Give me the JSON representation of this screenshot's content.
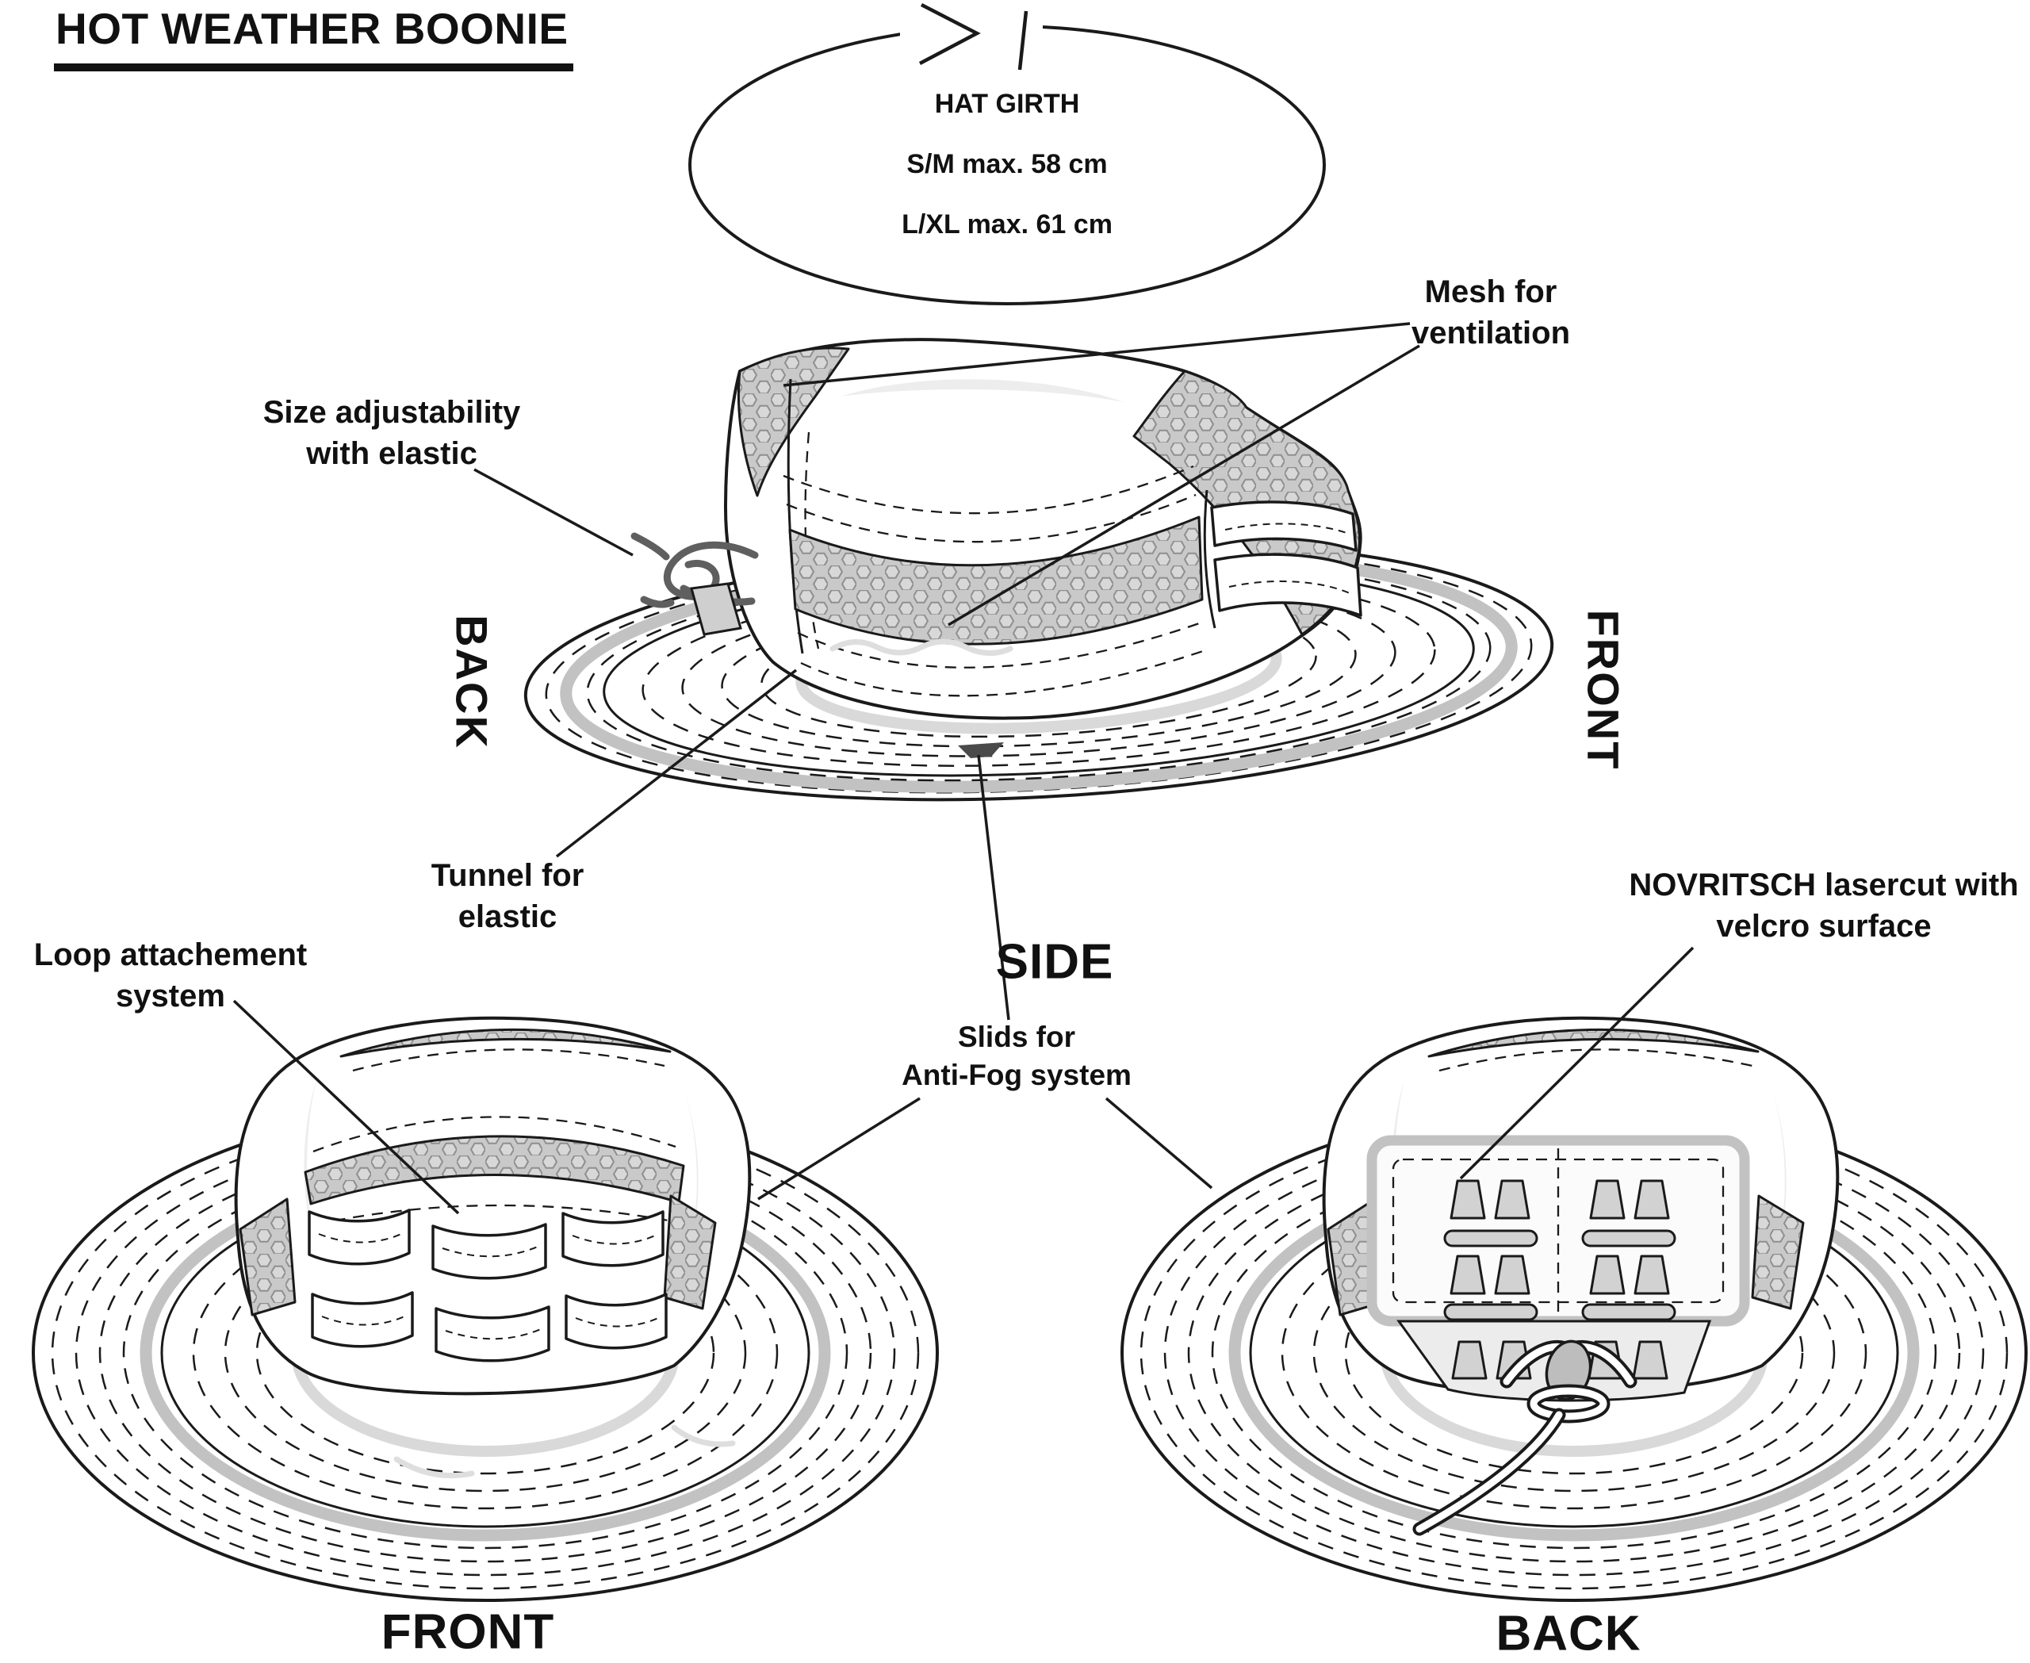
{
  "title": "HOT WEATHER BOONIE",
  "girth_diagram": {
    "heading": "HAT GIRTH",
    "size_sm": "S/M max. 58 cm",
    "size_lxl": "L/XL max. 61 cm"
  },
  "annotations": {
    "mesh": {
      "line1": "Mesh for",
      "line2": "ventilation"
    },
    "size_adjust": {
      "line1": "Size adjustability",
      "line2": "with elastic"
    },
    "tunnel": {
      "line1": "Tunnel for",
      "line2": "elastic"
    },
    "loop": {
      "line1": "Loop attachement",
      "line2": "system"
    },
    "slids": {
      "line1": "Slids for",
      "line2": "Anti-Fog system"
    },
    "lasercut": {
      "line1": "NOVRITSCH lasercut with",
      "line2": "velcro surface"
    }
  },
  "view_labels": {
    "side_back": "BACK",
    "side_front": "FRONT",
    "side_caption": "SIDE",
    "front_caption": "FRONT",
    "back_caption": "BACK"
  },
  "colors": {
    "line": "#1a1a1a",
    "mesh_bg": "#c9c9c9",
    "mesh_cell": "#d8d8d8",
    "mesh_stroke": "#8f8f8f",
    "brim_band": "#c2c2c2",
    "shadow": "#d9d9d9",
    "cutout": "#d2d2d2",
    "toggle": "#bdbdbd"
  }
}
